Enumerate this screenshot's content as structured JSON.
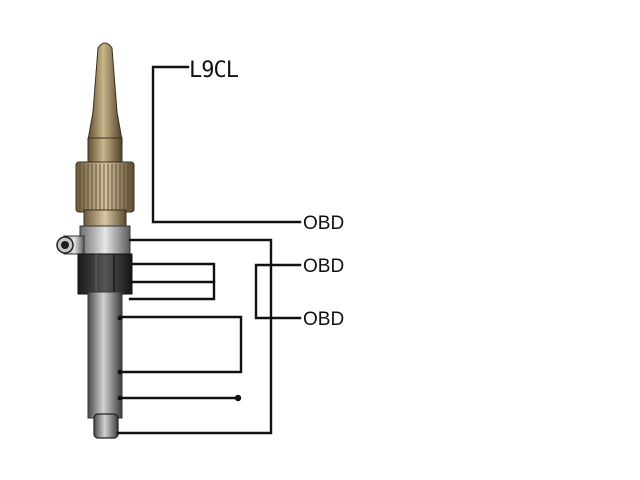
{
  "diagram": {
    "top_label": "L9CL",
    "connector_labels": [
      "OBD",
      "OBD",
      "OBD"
    ]
  },
  "colors": {
    "wire": "#111111",
    "tip": "#9a8456",
    "knurl": "#a08c66",
    "body": "#9a9a9a",
    "hex": "#2a2a2a"
  }
}
